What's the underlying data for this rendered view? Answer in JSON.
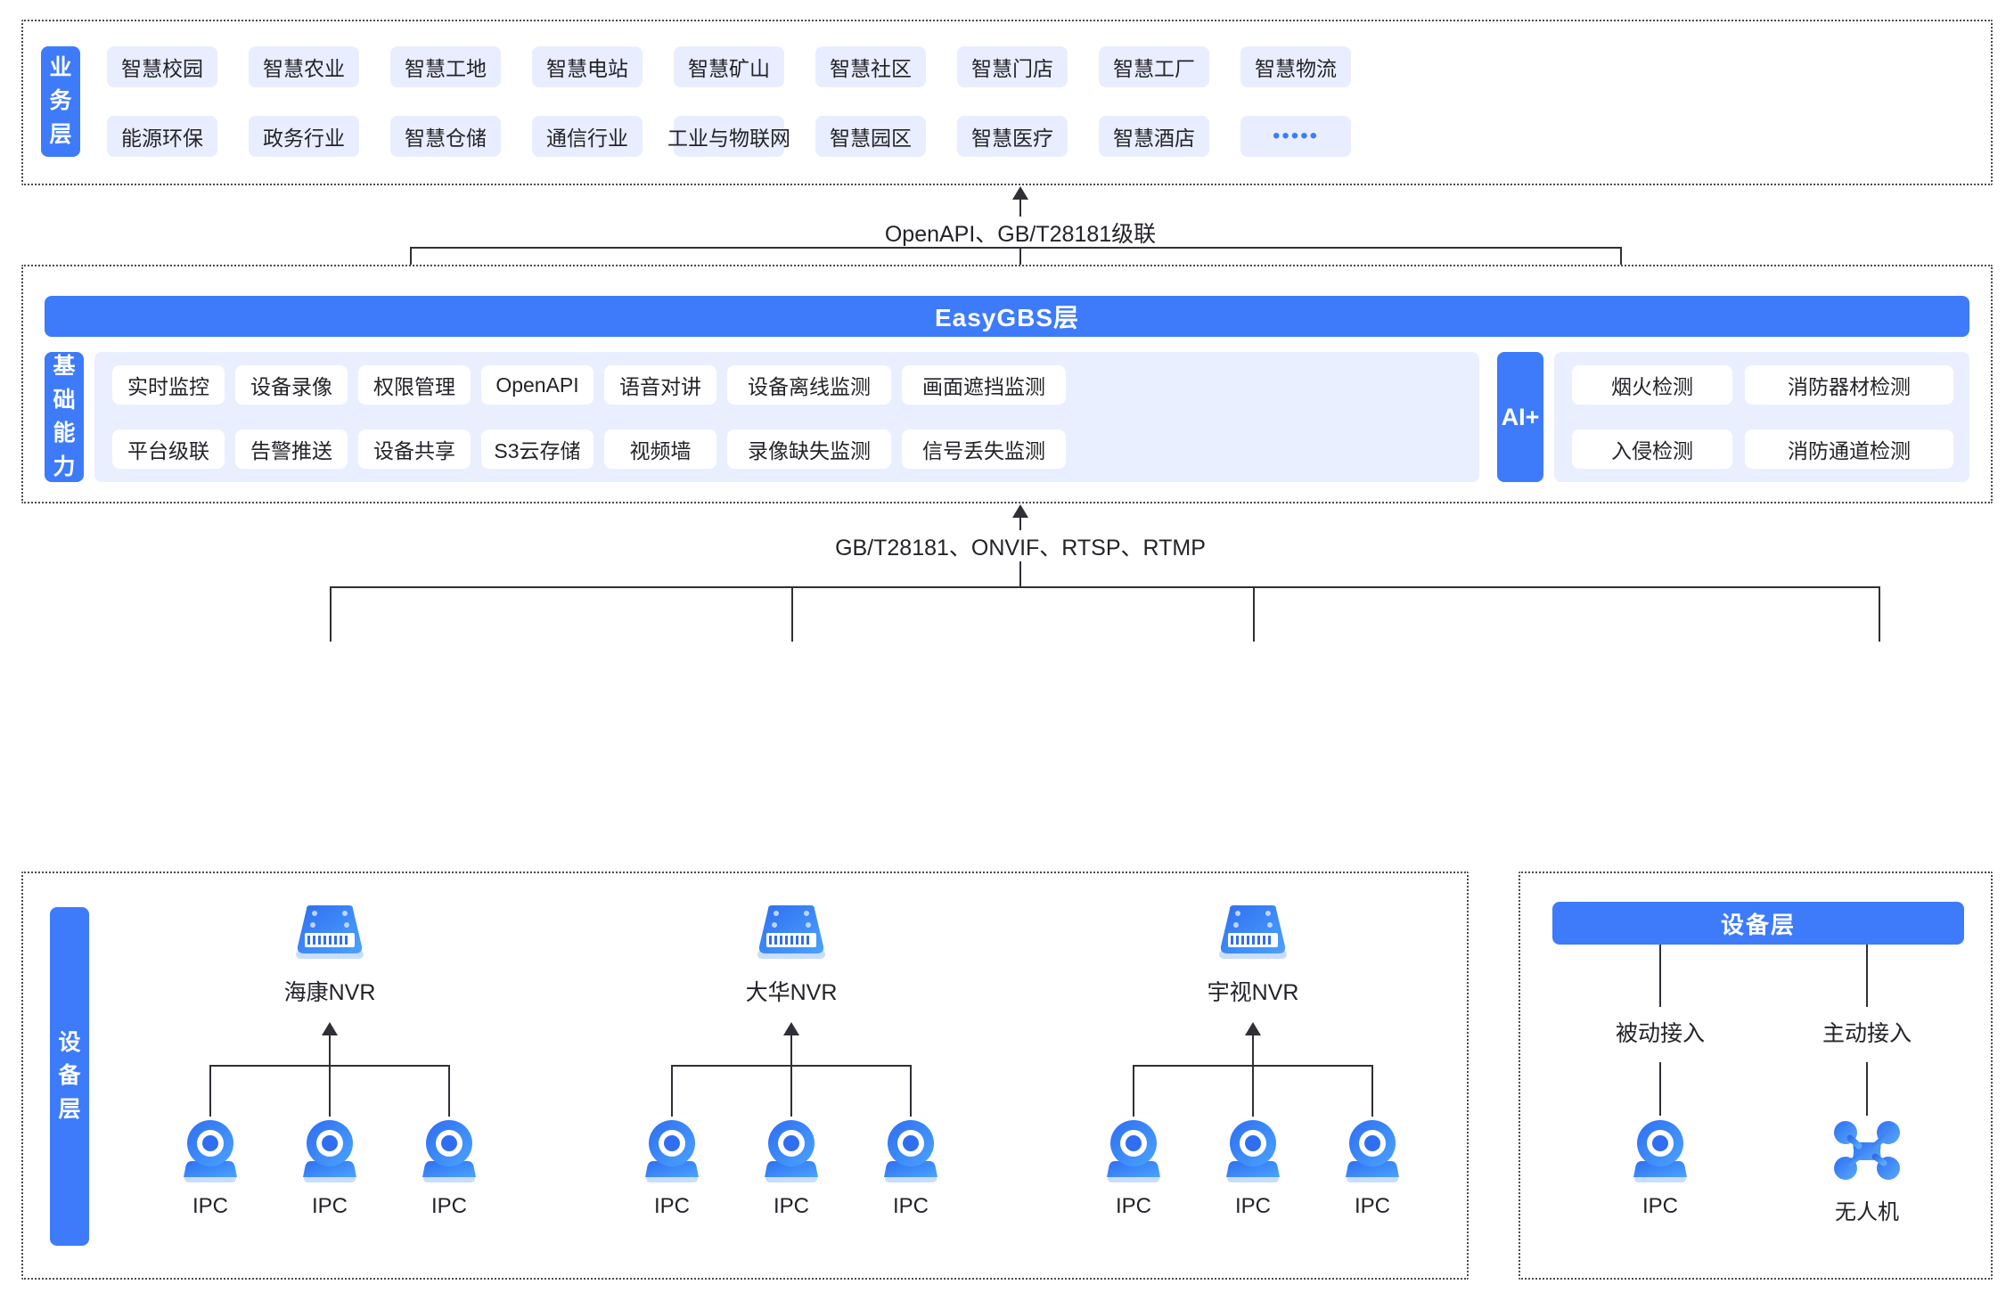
{
  "layers": {
    "business": {
      "side_label": "业务层",
      "row1": [
        "智慧校园",
        "智慧农业",
        "智慧工地",
        "智慧电站",
        "智慧矿山",
        "智慧社区",
        "智慧门店",
        "智慧工厂",
        "智慧物流"
      ],
      "row2": [
        "能源环保",
        "政务行业",
        "智慧仓储",
        "通信行业",
        "工业与物联网",
        "智慧园区",
        "智慧医疗",
        "智慧酒店",
        "•••••"
      ]
    },
    "platform": {
      "title": "EasyGBS层",
      "side_label": "基础能力",
      "capabilities_row1": [
        "实时监控",
        "设备录像",
        "权限管理",
        "OpenAPI",
        "语音对讲",
        "设备离线监测",
        "画面遮挡监测"
      ],
      "capabilities_row2": [
        "平台级联",
        "告警推送",
        "设备共享",
        "S3云存储",
        "视频墙",
        "录像缺失监测",
        "信号丢失监测"
      ],
      "ai": {
        "badge": "AI+",
        "row1": [
          "烟火检测",
          "消防器材检测"
        ],
        "row2": [
          "入侵检测",
          "消防通道检测"
        ]
      }
    },
    "device_left": {
      "side_label": "设备层",
      "nvrs": [
        {
          "name": "海康NVR",
          "icon": "nvr-icon",
          "children": [
            "IPC",
            "IPC",
            "IPC"
          ]
        },
        {
          "name": "大华NVR",
          "icon": "nvr-icon",
          "children": [
            "IPC",
            "IPC",
            "IPC"
          ]
        },
        {
          "name": "宇视NVR",
          "icon": "nvr-icon",
          "children": [
            "IPC",
            "IPC",
            "IPC"
          ]
        }
      ]
    },
    "device_right": {
      "title": "设备层",
      "branches": [
        {
          "label": "被动接入",
          "device": "IPC",
          "icon": "camera-icon"
        },
        {
          "label": "主动接入",
          "device": "无人机",
          "icon": "drone-icon"
        }
      ]
    }
  },
  "connectors": {
    "business_to_platform": "OpenAPI、GB/T28181级联",
    "device_to_platform": "GB/T28181、ONVIF、RTSP、RTMP"
  },
  "colors": {
    "accent": "#3d7bfb",
    "chip_bg": "#e8eeff",
    "panel_bg": "#e9effe",
    "line": "#2f2f36"
  }
}
